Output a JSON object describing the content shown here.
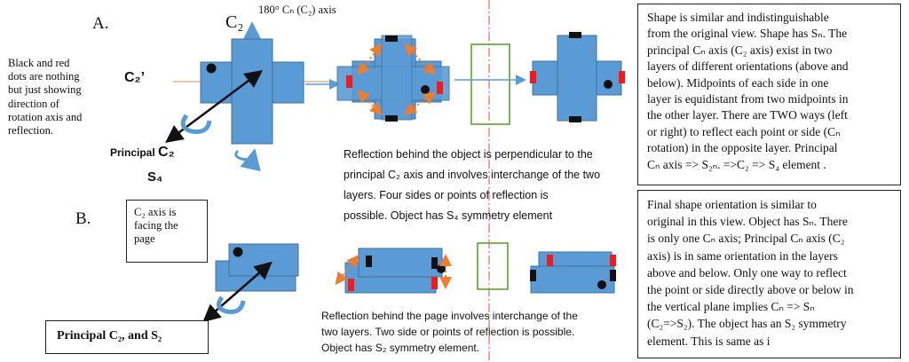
{
  "labels": {
    "A": "A.",
    "B": "B.",
    "rotation_180": "180° Cₙ (C₂) axis",
    "c2_top": "C₂",
    "c2_prime": "C₂’",
    "principal_c2_prefix": "Principal ",
    "principal_c2_symbol": "C₂",
    "s4": "S₄",
    "dots_note": "Black and red dots are nothing but just showing direction of rotation axis and reflection.",
    "c2_facing_page": "C₂ axis is facing the page",
    "principal_c2_s2": "Principal C₂, and S₂"
  },
  "captions": {
    "a": {
      "line1": "Reflection behind the object is perpendicular to the",
      "line2": "principal C₂ axis and involves interchange of the two",
      "line3": "layers. Four sides or points of reflection is",
      "line4": "possible.  Object has S₄ symmetry element"
    },
    "b": {
      "line1": "Reflection behind the page involves interchange of the",
      "line2": "two layers. Two side or points of reflection is possible.",
      "line3": "Object has S₂ symmetry element."
    }
  },
  "panel_a": {
    "l1": "Shape is similar and indistinguishable",
    "l2": "from the original view. Shape has Sₙ. The",
    "l3": "principal Cₙ axis (C₂ axis) exist in two",
    "l4": "layers of different orientations (above and",
    "l5": "below). Midpoints of each side in one",
    "l6": "layer is equidistant from two midpoints in",
    "l7": "the other layer. There are TWO ways (left",
    "l8": "or right) to reflect each point or side (Cₙ",
    "l9": "rotation) in the opposite layer. Principal",
    "l10": "Cₙ axis => S₂ₙ. =>C₂ => S₄ element ."
  },
  "panel_b": {
    "l1": "Final shape orientation is similar to",
    "l2": "original in this view. Object has Sₙ. There",
    "l3": "is only one Cₙ axis; Principal Cₙ axis (C₂",
    "l4": "axis) is in same orientation in the layers",
    "l5": "above and below. Only one way to reflect",
    "l6": "the point or side directly above or below in",
    "l7": "the vertical plane implies Cₙ => Sₙ",
    "l8": "(C₂=>S₂).  The object has an S₂ symmetry",
    "l9": "element. This is same as i"
  },
  "colors": {
    "shape_fill": "#5b9bd5",
    "shape_stroke": "#41719c",
    "arrow_blue": "#5b9bd5",
    "orange": "#ed7d31",
    "red": "#ee1c1c",
    "green": "#70ad47",
    "mirror_line": "#e74c3c"
  }
}
